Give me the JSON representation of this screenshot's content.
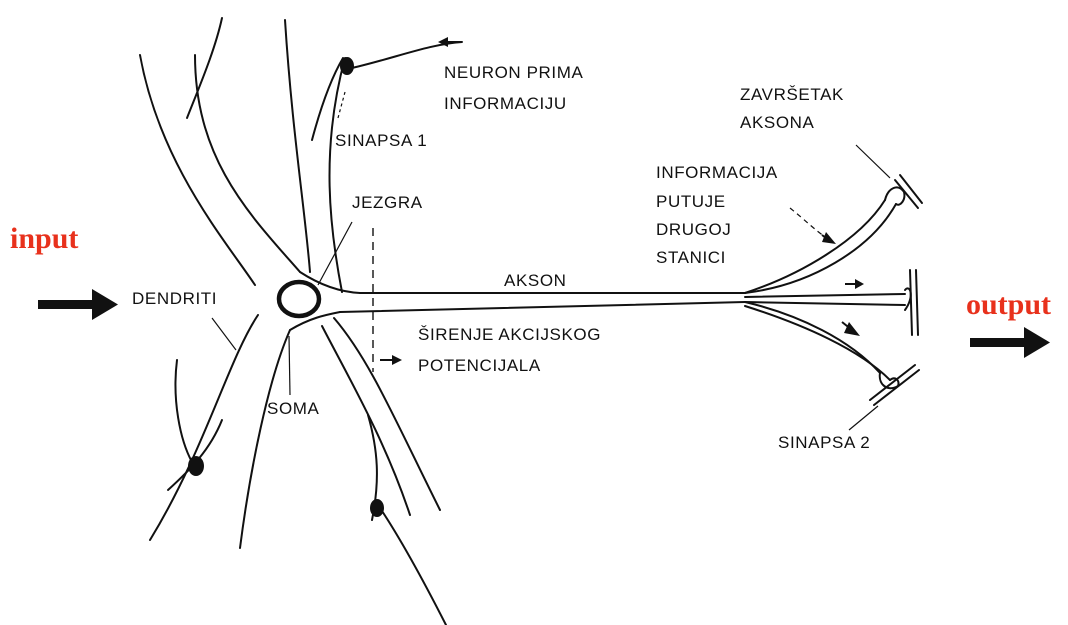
{
  "colors": {
    "io_text": "#e8311c",
    "ink": "#111111",
    "background": "#ffffff"
  },
  "io": {
    "input": "input",
    "output": "output"
  },
  "labels": {
    "neuron_receives_1": "NEURON PRIMA",
    "neuron_receives_2": "INFORMACIJU",
    "synapse_1": "SINAPSA  1",
    "nucleus": "JEZGRA",
    "dendrites": "DENDRITI",
    "soma": "SOMA",
    "axon": "AKSON",
    "propagation_1": "ŠIRENJE AKCIJSKOG",
    "propagation_2": "POTENCIJALA",
    "info_travels_1": "INFORMACIJA",
    "info_travels_2": "PUTUJE",
    "info_travels_3": "DRUGOJ",
    "info_travels_4": "STANICI",
    "axon_terminal_1": "ZAVRŠETAK",
    "axon_terminal_2": "AKSONA",
    "synapse_2": "SINAPSA  2"
  }
}
